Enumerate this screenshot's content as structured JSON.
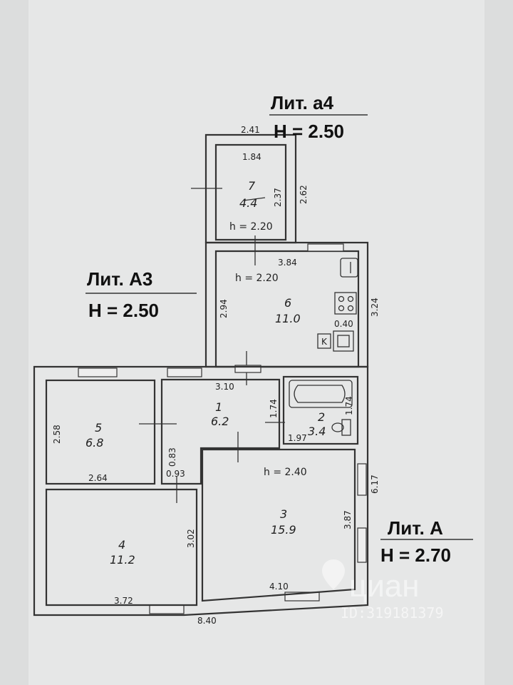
{
  "labels": {
    "lit_a4": "Лит. а4",
    "h_a4": "H = 2.50",
    "lit_a3": "Лит. А3",
    "h_a3": "H = 2.50",
    "lit_a": "Лит. А",
    "h_a": "H = 2.70"
  },
  "rooms": [
    {
      "num": "7",
      "area": "4.4"
    },
    {
      "num": "6",
      "area": "11.0"
    },
    {
      "num": "1",
      "area": "6.2"
    },
    {
      "num": "2",
      "area": "3.4"
    },
    {
      "num": "5",
      "area": "6.8"
    },
    {
      "num": "4",
      "area": "11.2"
    },
    {
      "num": "3",
      "area": "15.9"
    }
  ],
  "heights": {
    "room7": "h = 2.20",
    "room6": "h = 2.20",
    "room3": "h = 2.40"
  },
  "dims": {
    "d241": "2.41",
    "d184": "1.84",
    "d237": "2.37",
    "d262": "2.62",
    "d384": "3.84",
    "d294": "2.94",
    "d324": "3.24",
    "d040": "0.40",
    "d310": "3.10",
    "d174a": "1.74",
    "d174b": "1.74",
    "d197": "1.97",
    "d258": "2.58",
    "d264": "2.64",
    "d093": "0.93",
    "d083": "0.83",
    "d617": "6.17",
    "d387": "3.87",
    "d302": "3.02",
    "d372": "3.72",
    "d410": "4.10",
    "d840": "8.40"
  },
  "watermark": {
    "brand": "циан",
    "id": "ID:319181379"
  }
}
